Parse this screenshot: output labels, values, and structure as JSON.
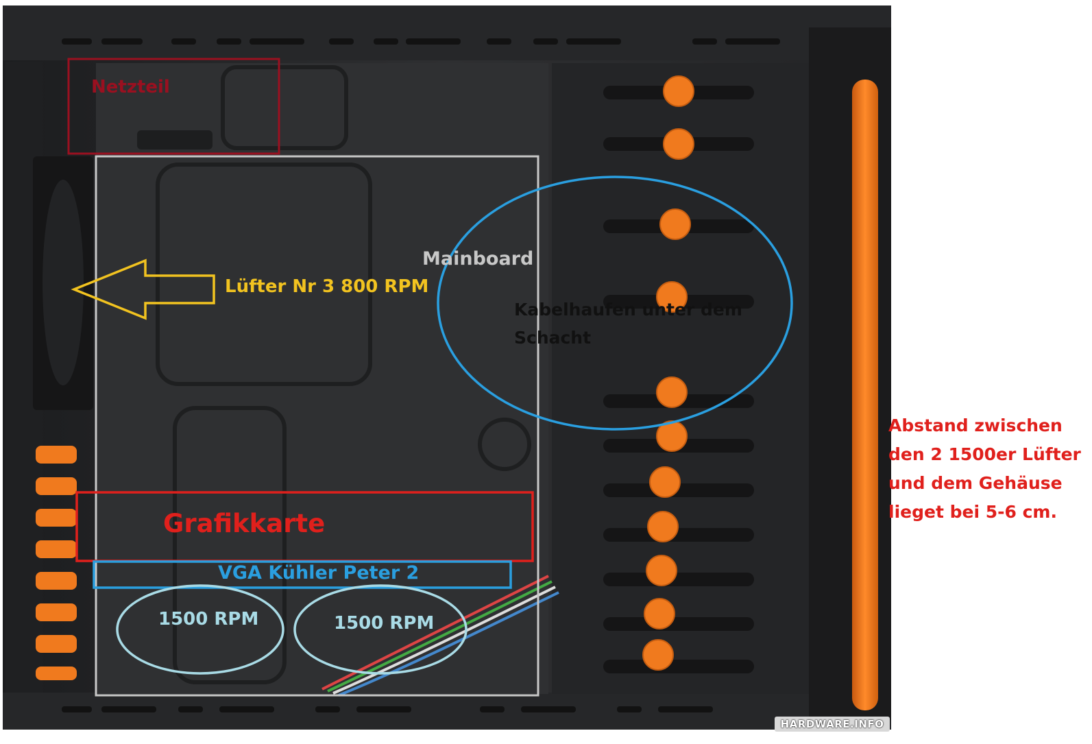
{
  "annotations": {
    "netzteil": "Netzteil",
    "mainboard": "Mainboard",
    "luefter": "Lüfter Nr 3 800 RPM",
    "kabel_line1": "Kabelhaufen unter dem",
    "kabel_line2": "Schacht",
    "grafikkarte": "Grafikkarte",
    "vga": "VGA Kühler Peter 2",
    "fan_left": "1500 RPM",
    "fan_right": "1500 RPM"
  },
  "side_note": {
    "lines": [
      "Abstand zwischen",
      "den 2 1500er Lüfter",
      "und dem Gehäuse",
      "lieget bei 5-6 cm."
    ]
  },
  "watermark": "HARDWARE.INFO",
  "colors": {
    "netzteil": "#9a1020",
    "mainboard": "#c8c8c8",
    "arrow": "#f2c320",
    "kabel": "#111111",
    "grafikkarte": "#e0201c",
    "vga": "#2a9fe0",
    "fans": "#a9dbe6",
    "note": "#e0201c",
    "accent_orange": "#f07a1e",
    "case_dark": "#2b2c2e"
  }
}
